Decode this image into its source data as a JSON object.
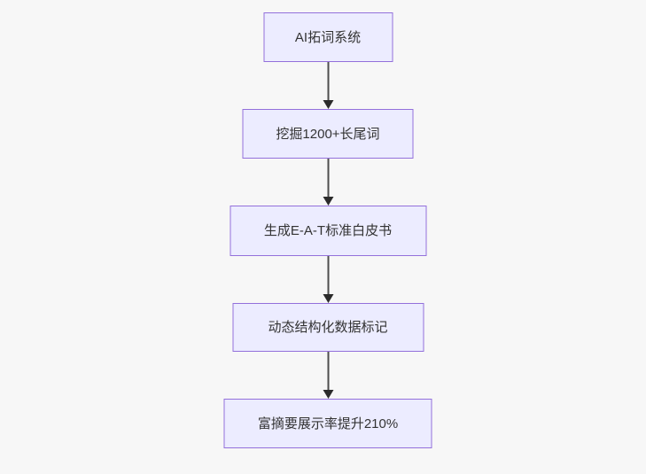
{
  "diagram": {
    "type": "flowchart",
    "direction": "top-down",
    "colors": {
      "background": "#f7f7f7",
      "node_fill": "#ececff",
      "node_border": "#9370db",
      "node_text": "#333333",
      "edge_line": "#4d4d4d",
      "arrowhead": "#2b2b2b"
    },
    "nodes": [
      {
        "label": "AI拓词系统"
      },
      {
        "label": "挖掘1200+长尾词"
      },
      {
        "label": "生成E-A-T标准白皮书"
      },
      {
        "label": "动态结构化数据标记"
      },
      {
        "label": "富摘要展示率提升210%"
      }
    ],
    "edges": [
      {
        "from": 0,
        "to": 1,
        "style": "arrow-down"
      },
      {
        "from": 1,
        "to": 2,
        "style": "arrow-down"
      },
      {
        "from": 2,
        "to": 3,
        "style": "arrow-down"
      },
      {
        "from": 3,
        "to": 4,
        "style": "arrow-down"
      }
    ]
  }
}
